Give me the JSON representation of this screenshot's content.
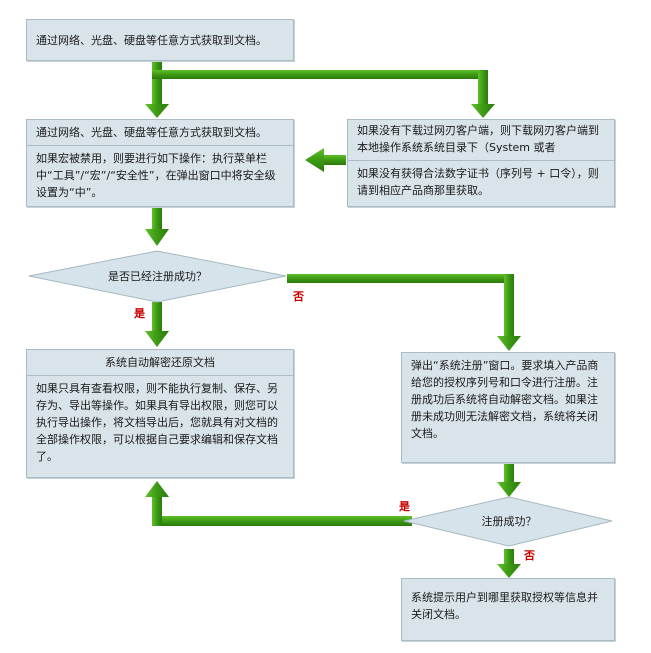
{
  "nodes": {
    "start": "通过网络、光盘、硬盘等任意方式获取到文档。",
    "left_box_title": "通过网络、光盘、硬盘等任意方式获取到文档。",
    "left_box_detail": "如果宏被禁用，则要进行如下操作：执行菜单栏中“工具”/“宏”/“安全性”，在弹出窗口中将安全级设置为“中”。",
    "right_box_top": "如果没有下载过网刃客户端，则下载网刃客户端到本地操作系统系统目录下（System 或者",
    "right_box_bottom": "如果没有获得合法数字证书（序列号 + 口令），则请到相应产品商那里获取。",
    "decision_registered": "是否已经注册成功？",
    "auto_decrypt_title": "系统自动解密还原文档",
    "auto_decrypt_detail": "如果只具有查看权限，则不能执行复制、保存、另存为、导出等操作。如果具有导出权限，则您可以执行导出操作，将文档导出后，您就具有对文档的全部操作权限，可以根据自己要求编辑和保存文档了。",
    "register_popup": "弹出“系统注册”窗口。要求填入产品商给您的授权序列号和口令进行注册。注册成功后系统将自动解密文档。如果注册未成功则无法解密文档，系统将关闭文档。",
    "decision_success": "注册成功？",
    "final_box": "系统提示用户到哪里获取授权等信息并关闭文档。"
  },
  "edge_labels": {
    "yes_1": "是",
    "no_1": "否",
    "yes_2": "是",
    "no_2": "否"
  },
  "colors": {
    "arrow": "#3f9e16",
    "box_fill": "#d9e4ea",
    "diamond_fill": "#d6e3ea",
    "label": "#cc0000"
  }
}
